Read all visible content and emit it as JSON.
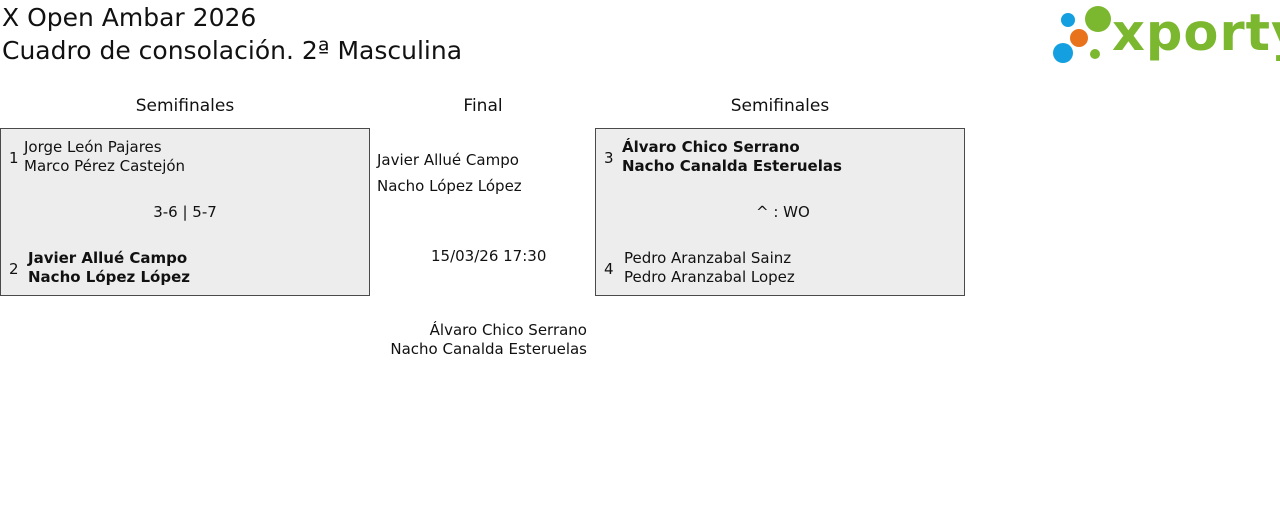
{
  "header": {
    "title": "X Open Ambar 2026",
    "subtitle": "Cuadro de consolación. 2ª Masculina"
  },
  "logo": {
    "text": "xporty",
    "colors": {
      "green": "#7cb82f",
      "blue": "#14a0e0",
      "orange": "#e8731c"
    }
  },
  "rounds": {
    "left": "Semifinales",
    "center": "Final",
    "right": "Semifinales"
  },
  "left_match": {
    "seed_top": "1",
    "top_player1": "Jorge León Pajares",
    "top_player2": "Marco Pérez Castejón",
    "score": "3-6 | 5-7",
    "seed_bottom": "2",
    "bottom_player1": "Javier Allué Campo",
    "bottom_player2": "Nacho López López"
  },
  "right_match": {
    "seed_top": "3",
    "top_player1": "Álvaro Chico Serrano",
    "top_player2": "Nacho Canalda Esteruelas",
    "score": "^ : WO",
    "seed_bottom": "4",
    "bottom_player1": "Pedro Aranzabal Sainz",
    "bottom_player2": "Pedro Aranzabal Lopez"
  },
  "final": {
    "finalist1_player1": "Javier Allué Campo",
    "finalist1_player2": "Nacho López López",
    "datetime": "15/03/26 17:30",
    "finalist2_player1": "Álvaro Chico Serrano",
    "finalist2_player2": "Nacho Canalda Esteruelas"
  }
}
